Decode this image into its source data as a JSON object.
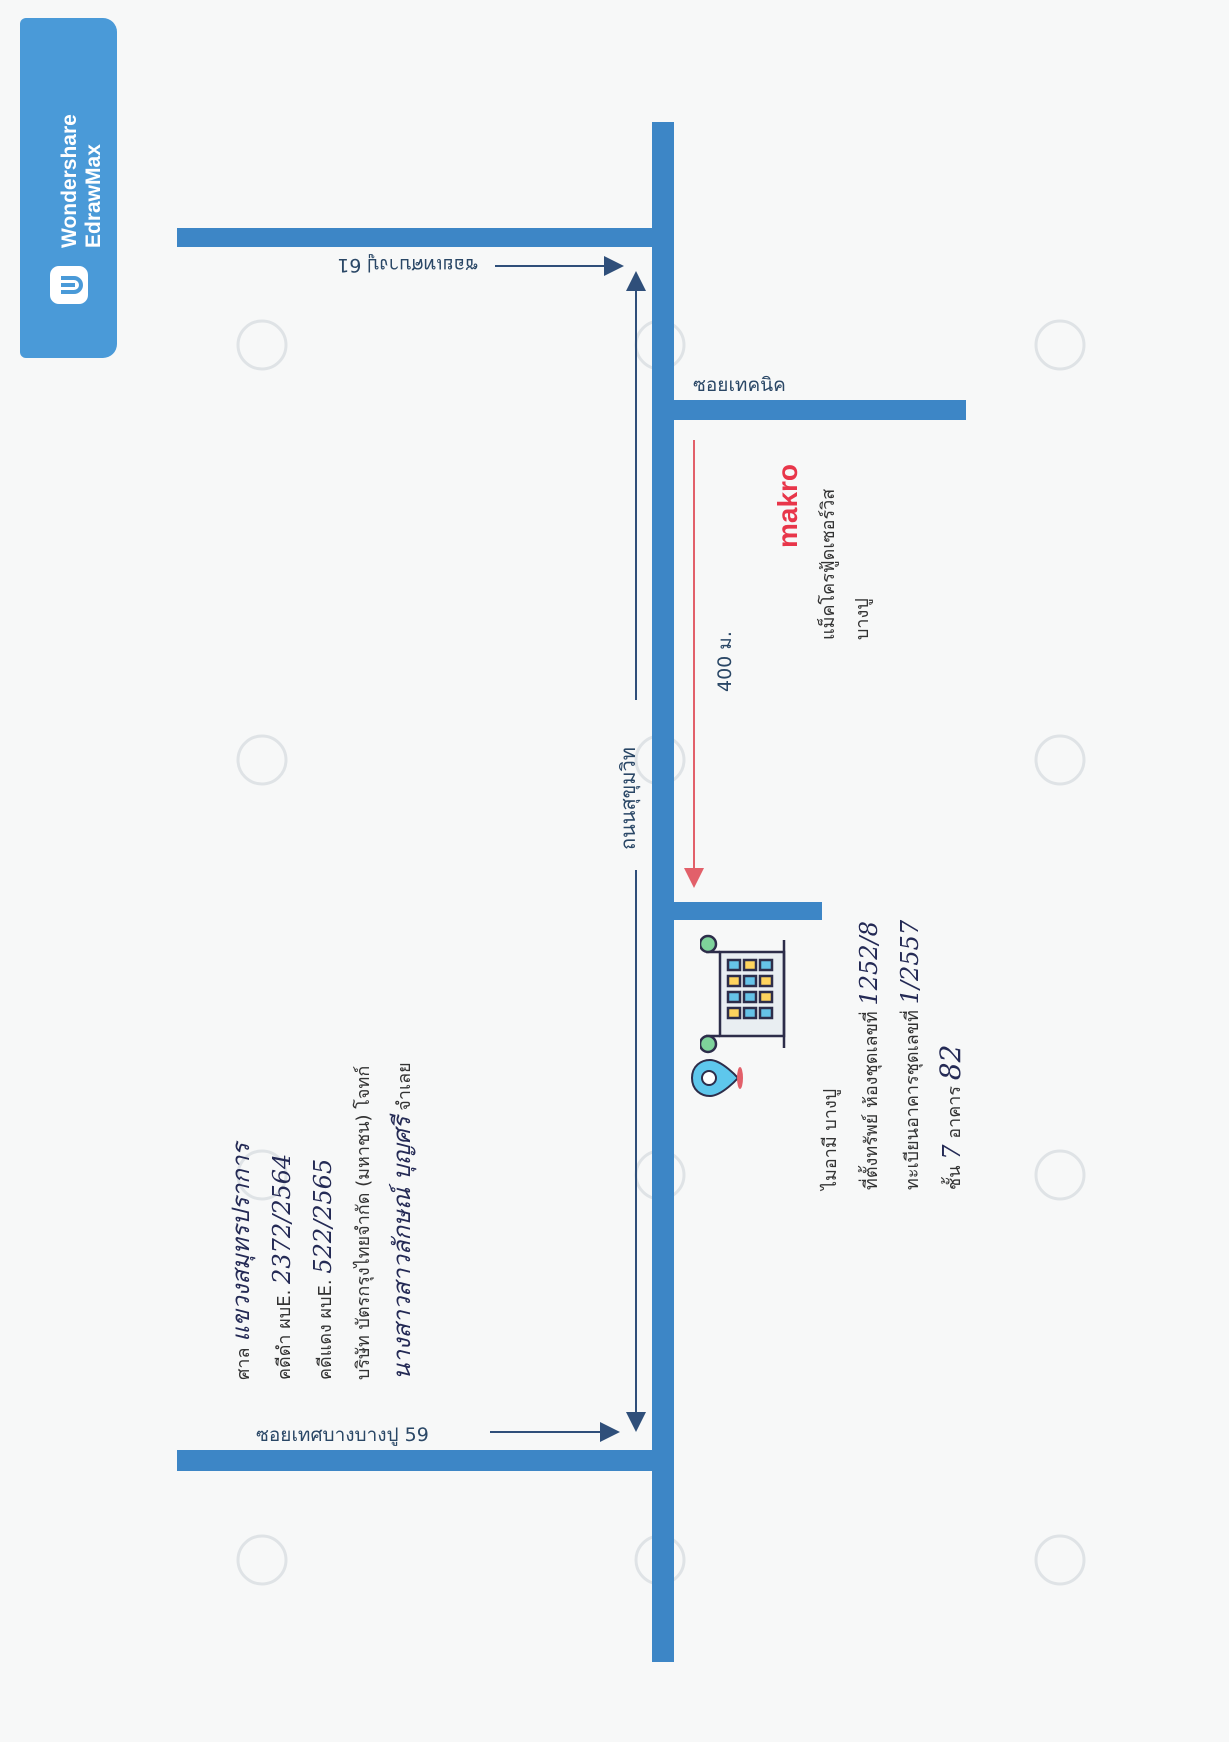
{
  "brand": {
    "line1": "Wondershare",
    "line2": "EdrawMax"
  },
  "roads": {
    "main": "ถนนสุขุมวิท",
    "soi_61": "ซอยเทศบางปู 61",
    "soi_59": "ซอยเทศบางบางปู 59",
    "soi_technic": "ซอยเทคนิค"
  },
  "distance": "400 ม.",
  "makro": {
    "logo": "makro",
    "name_line1": "แม็คโครฟู้ดเซอร์วิส",
    "name_line2": "บางปู"
  },
  "property": {
    "name": "ไมอามี บางปู",
    "line1_label": "ที่ตั้งทรัพย์ ห้องชุดเลขที่",
    "line1_value": "1252/8",
    "line2_label": "ทะเบียนอาคารชุดเลขที่",
    "line2_value": "1/2557",
    "line3_label": "ชั้น",
    "line3_floor": "7",
    "line3_building": "อาคาร",
    "line3_building_value": "82"
  },
  "case": {
    "court_label": "ศาล",
    "court_value": "แขวงสมุทรปราการ",
    "black_label": "คดีดำ ผบE.",
    "black_value": "2372/2564",
    "red_label": "คดีแดง ผบE.",
    "red_value": "522/2565",
    "plaintiff_label": "บริษัท บัตรกรุงไทยจำกัด (มหาชน)  โจทก์",
    "defendant_value": "นางสาวสาวลักษณ์ บุญศรี",
    "defendant_label": "จำเลย"
  },
  "colors": {
    "road": "#3d86c6",
    "arrow_red": "#e2606a",
    "arrow_blue": "#2f4f7a",
    "badge": "#4a9ad8"
  }
}
